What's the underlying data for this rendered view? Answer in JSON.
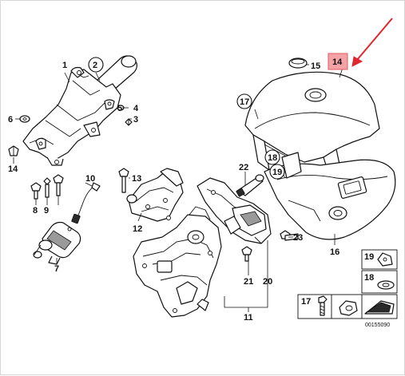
{
  "parts": {
    "p1": "1",
    "p2": "2",
    "p3": "3",
    "p4": "4",
    "p5": "5",
    "p6": "6",
    "p7": "7",
    "p8": "8",
    "p9": "9",
    "p10": "10",
    "p11": "11",
    "p12": "12",
    "p13": "13",
    "p14_left": "14",
    "p14_highlight": "14",
    "p15": "15",
    "p16": "16",
    "p17": "17",
    "p18": "18",
    "p19": "19",
    "p20": "20",
    "p21": "21",
    "p22": "22",
    "p23": "23"
  },
  "legend": {
    "l19": "19",
    "l18": "18",
    "l17": "17"
  },
  "diagram_id": "00155090",
  "colors": {
    "highlight_fill": "#f3a3a6",
    "highlight_stroke": "#e05a60",
    "arrow": "#e0262e"
  }
}
